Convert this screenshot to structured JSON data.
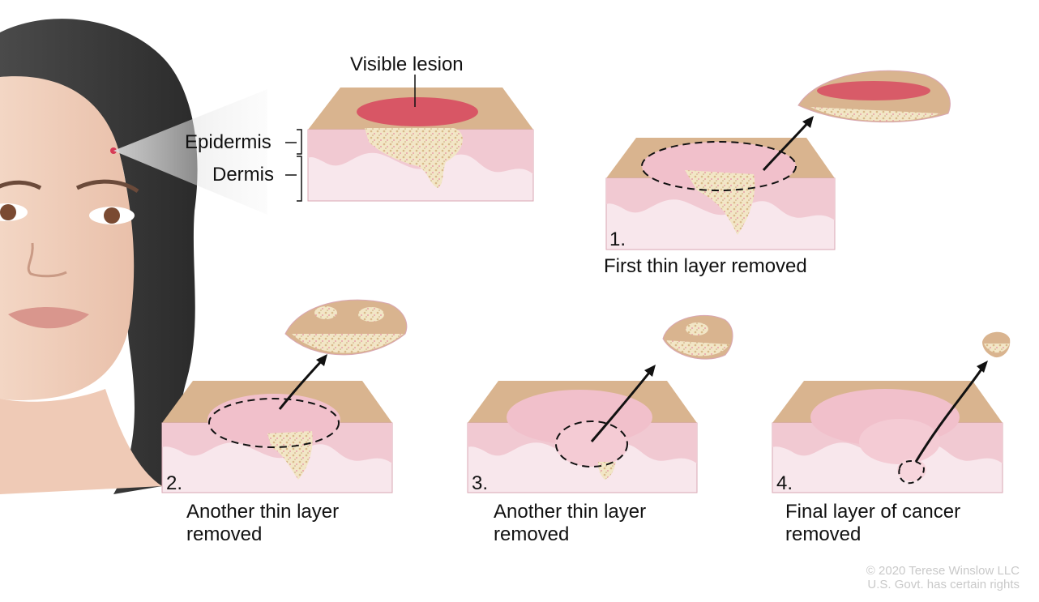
{
  "labels": {
    "visible_lesion": "Visible lesion",
    "epidermis": "Epidermis",
    "dermis": "Dermis"
  },
  "steps": [
    {
      "number": "1.",
      "caption_line1": "First thin layer removed",
      "caption_line2": ""
    },
    {
      "number": "2.",
      "caption_line1": "Another thin layer",
      "caption_line2": "removed"
    },
    {
      "number": "3.",
      "caption_line1": "Another thin layer",
      "caption_line2": "removed"
    },
    {
      "number": "4.",
      "caption_line1": "Final layer of cancer",
      "caption_line2": "removed"
    }
  ],
  "copyright": {
    "line1": "© 2020 Terese Winslow LLC",
    "line2": "U.S. Govt. has certain rights"
  },
  "colors": {
    "skin_surface": "#d9b48f",
    "dermis": "#f7e3e8",
    "epidermis_band": "#f0c6cf",
    "crater": "#f1bcc8",
    "tumor": "#efe2bf",
    "lesion_red": "#d73a55",
    "hair": "#3a3a3a",
    "face": "#f2d3c0"
  }
}
